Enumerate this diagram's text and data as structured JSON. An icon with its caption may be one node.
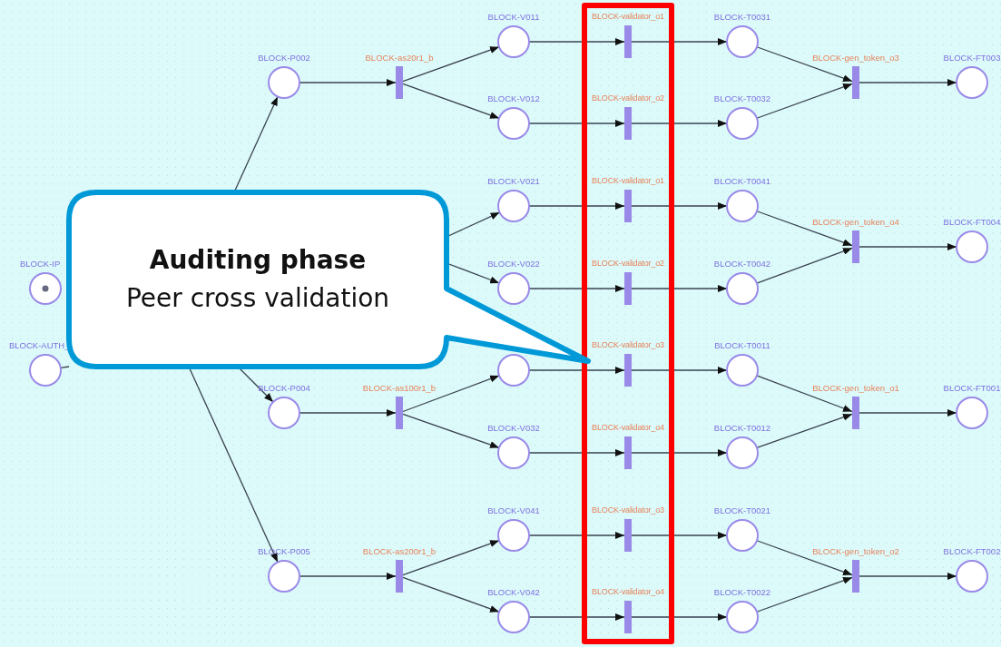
{
  "diagram": {
    "nodes": [
      {
        "text": [
          "BLOCK-IP"
        ]
      },
      {
        "text": [
          "BLOCK-AUTH_"
        ]
      },
      {
        "text": [
          "BLOCK-P002"
        ]
      },
      {
        "text": [
          "BLOCK-P004"
        ]
      },
      {
        "text": [
          "BLOCK-P005"
        ]
      },
      {
        "text": [
          "BLOCK-as20r1_b"
        ]
      },
      {
        "text": [
          "BLOCK-as100r1_b"
        ]
      },
      {
        "text": [
          "BLOCK-as200r1_b"
        ]
      },
      {
        "text": [
          "BLOCK-V011"
        ]
      },
      {
        "text": [
          "BLOCK-V012"
        ]
      },
      {
        "text": [
          "BLOCK-V021"
        ]
      },
      {
        "text": [
          "BLOCK-V022"
        ]
      },
      {
        "text": [],
        "shape": "circle"
      },
      {
        "text": [
          "BLOCK-V032"
        ]
      },
      {
        "text": [
          "BLOCK-V041"
        ]
      },
      {
        "text": [
          "BLOCK-V042"
        ]
      },
      {
        "text": [],
        "shape": "box"
      },
      {
        "text": [
          "BLOCK-validator_o1"
        ],
        "in": 16
      },
      {
        "text": [
          "BLOCK-validator_o2"
        ],
        "in": 16
      },
      {
        "text": [
          "BLOCK-validator_o1"
        ],
        "in": 16
      },
      {
        "text": [
          "BLOCK-validator_o2"
        ],
        "in": 16
      },
      {
        "text": [
          "BLOCK-validator_o3"
        ],
        "in": 16
      },
      {
        "text": [
          "BLOCK-validator_o4"
        ],
        "in": 16
      },
      {
        "text": [
          "BLOCK-validator_o3"
        ],
        "in": 16
      },
      {
        "text": [
          "BLOCK-validator_o4"
        ],
        "in": 16
      },
      {
        "text": [
          "BLOCK-T0031"
        ]
      },
      {
        "text": [
          "BLOCK-T0032"
        ]
      },
      {
        "text": [
          "BLOCK-T0041"
        ]
      },
      {
        "text": [
          "BLOCK-T0042"
        ]
      },
      {
        "text": [
          "BLOCK-T0011"
        ]
      },
      {
        "text": [
          "BLOCK-T0012"
        ]
      },
      {
        "text": [
          "BLOCK-T0021"
        ]
      },
      {
        "text": [
          "BLOCK-T0022"
        ]
      },
      {
        "text": [
          "BLOCK-gen_token_o3"
        ]
      },
      {
        "text": [
          "BLOCK-gen_token_o4"
        ]
      },
      {
        "text": [
          "BLOCK-gen_token_o1"
        ]
      },
      {
        "text": [
          "BLOCK-gen_token_o2"
        ]
      },
      {
        "text": [
          "BLOCK-FT003"
        ]
      },
      {
        "text": [
          "BLOCK-FT004"
        ]
      },
      {
        "text": [
          "BLOCK-FT001"
        ]
      },
      {
        "text": [
          "BLOCK-FT002"
        ]
      },
      {
        "text": [
          "Auditing phase",
          "Peer cross validation"
        ]
      }
    ],
    "edges": [
      {
        "from": 41,
        "to": 2,
        "arrow": "to"
      },
      {
        "from": 41,
        "to": 3,
        "arrow": "to"
      },
      {
        "from": 41,
        "to": 4,
        "arrow": "to"
      },
      {
        "from": 1,
        "to": 41,
        "arrow": "none"
      },
      {
        "from": 2,
        "to": 5,
        "arrow": "to"
      },
      {
        "from": 3,
        "to": 6,
        "arrow": "to"
      },
      {
        "from": 4,
        "to": 7,
        "arrow": "to"
      },
      {
        "from": 5,
        "to": 8,
        "arrow": "to"
      },
      {
        "from": 5,
        "to": 9,
        "arrow": "to"
      },
      {
        "from": 41,
        "to": 10,
        "arrow": "to"
      },
      {
        "from": 41,
        "to": 11,
        "arrow": "to"
      },
      {
        "from": 6,
        "to": 12,
        "arrow": "to"
      },
      {
        "from": 6,
        "to": 13,
        "arrow": "to"
      },
      {
        "from": 7,
        "to": 14,
        "arrow": "to"
      },
      {
        "from": 7,
        "to": 15,
        "arrow": "to"
      },
      {
        "from": 8,
        "to": 17,
        "arrow": "to"
      },
      {
        "from": 9,
        "to": 18,
        "arrow": "to"
      },
      {
        "from": 10,
        "to": 19,
        "arrow": "to"
      },
      {
        "from": 11,
        "to": 20,
        "arrow": "to"
      },
      {
        "from": 12,
        "to": 21,
        "arrow": "to"
      },
      {
        "from": 13,
        "to": 22,
        "arrow": "to"
      },
      {
        "from": 14,
        "to": 23,
        "arrow": "to"
      },
      {
        "from": 15,
        "to": 24,
        "arrow": "to"
      },
      {
        "from": 17,
        "to": 25,
        "arrow": "to"
      },
      {
        "from": 18,
        "to": 26,
        "arrow": "to"
      },
      {
        "from": 19,
        "to": 27,
        "arrow": "to"
      },
      {
        "from": 20,
        "to": 28,
        "arrow": "to"
      },
      {
        "from": 21,
        "to": 29,
        "arrow": "to"
      },
      {
        "from": 22,
        "to": 30,
        "arrow": "to"
      },
      {
        "from": 23,
        "to": 31,
        "arrow": "to"
      },
      {
        "from": 24,
        "to": 32,
        "arrow": "to"
      },
      {
        "from": 25,
        "to": 33,
        "arrow": "to"
      },
      {
        "from": 26,
        "to": 33,
        "arrow": "to"
      },
      {
        "from": 27,
        "to": 34,
        "arrow": "to"
      },
      {
        "from": 28,
        "to": 34,
        "arrow": "to"
      },
      {
        "from": 29,
        "to": 35,
        "arrow": "to"
      },
      {
        "from": 30,
        "to": 35,
        "arrow": "to"
      },
      {
        "from": 31,
        "to": 36,
        "arrow": "to"
      },
      {
        "from": 32,
        "to": 36,
        "arrow": "to"
      },
      {
        "from": 33,
        "to": 37,
        "arrow": "to"
      },
      {
        "from": 34,
        "to": 38,
        "arrow": "to"
      },
      {
        "from": 35,
        "to": 39,
        "arrow": "to"
      },
      {
        "from": 36,
        "to": 40,
        "arrow": "to"
      }
    ]
  }
}
